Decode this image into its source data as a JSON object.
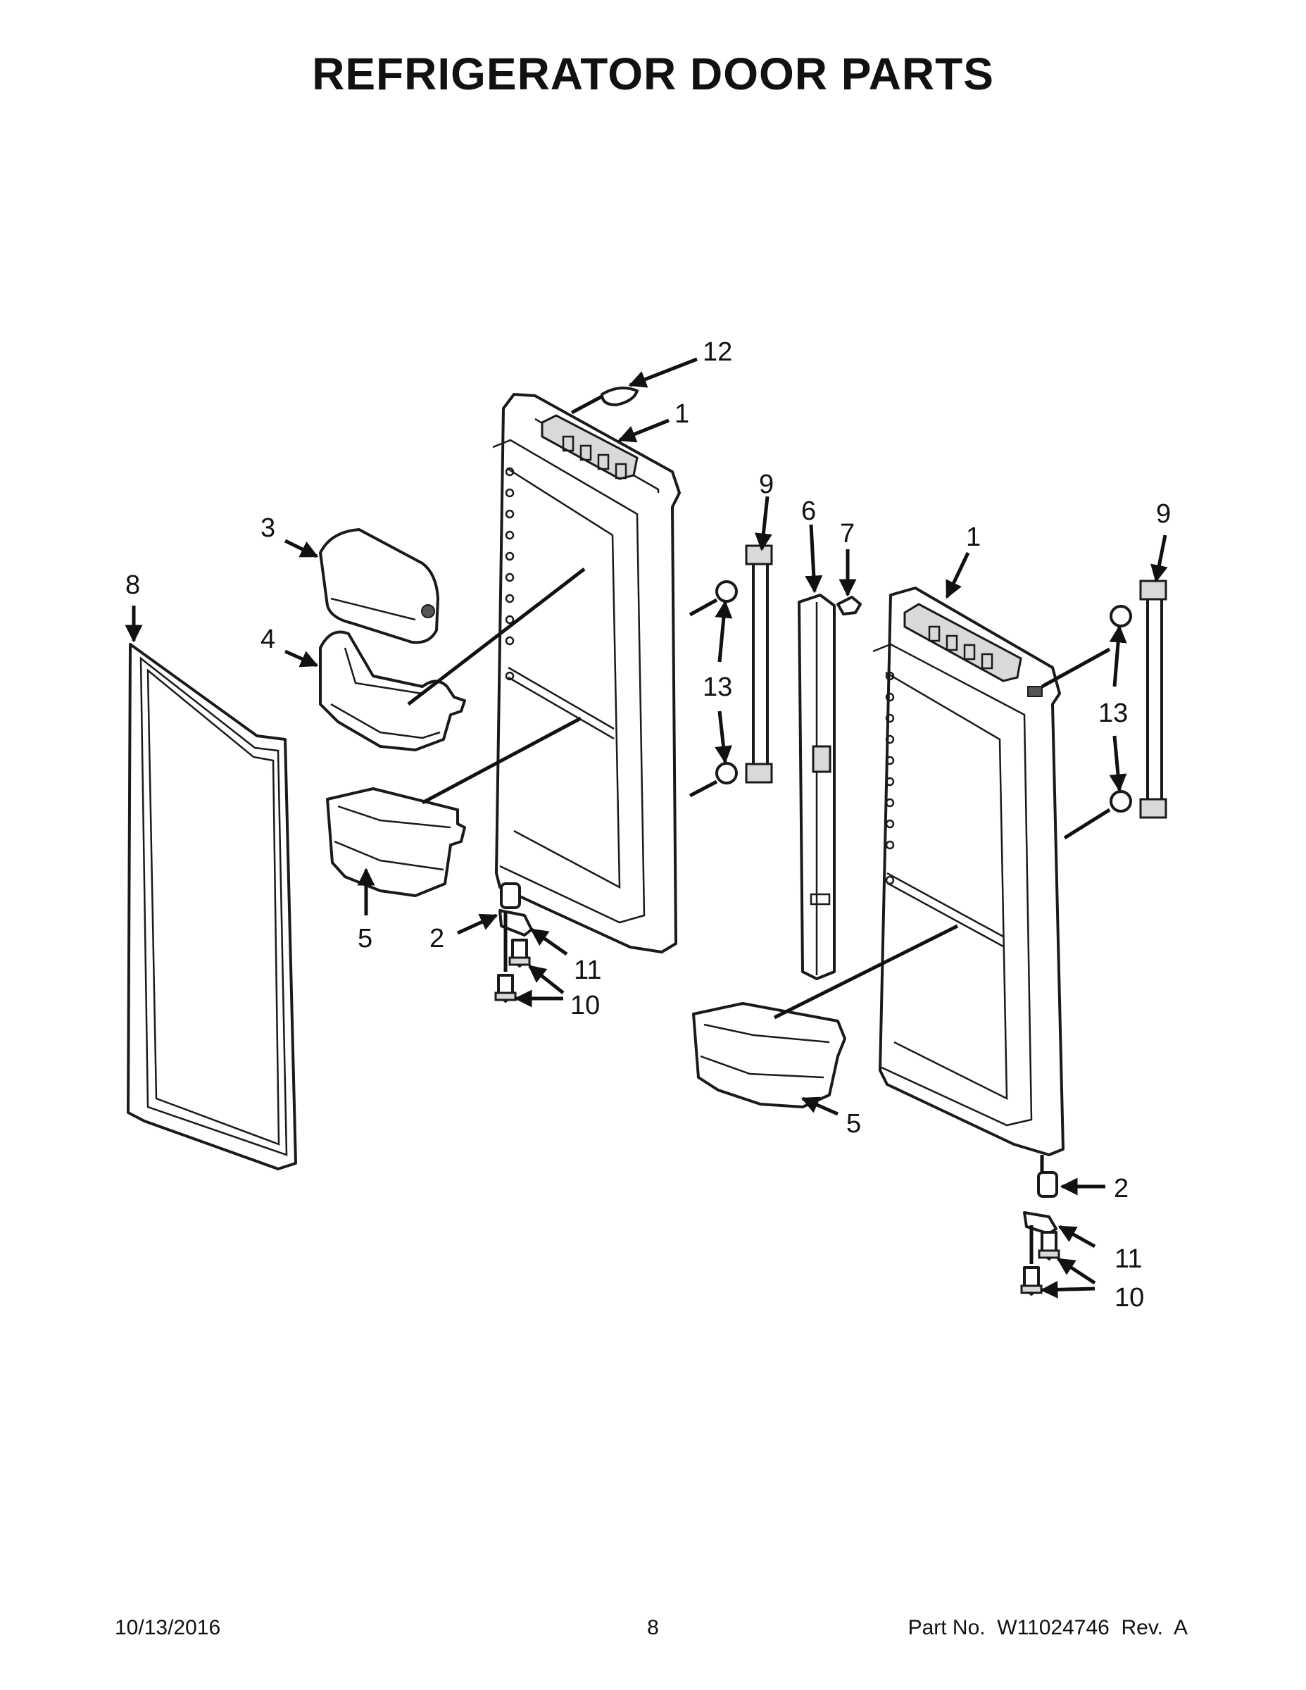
{
  "title": "REFRIGERATOR DOOR PARTS",
  "footer": {
    "date": "10/13/2016",
    "page": "8",
    "part_number": "Part No.  W11024746  Rev.  A"
  },
  "callouts": [
    {
      "id": "c12",
      "label": "12"
    },
    {
      "id": "c1-left",
      "label": "1"
    },
    {
      "id": "c9-mid",
      "label": "9"
    },
    {
      "id": "c6",
      "label": "6"
    },
    {
      "id": "c7",
      "label": "7"
    },
    {
      "id": "c1-right",
      "label": "1"
    },
    {
      "id": "c9-right",
      "label": "9"
    },
    {
      "id": "c3",
      "label": "3"
    },
    {
      "id": "c8",
      "label": "8"
    },
    {
      "id": "c4",
      "label": "4"
    },
    {
      "id": "c13-mid",
      "label": "13"
    },
    {
      "id": "c13-right",
      "label": "13"
    },
    {
      "id": "c5-left",
      "label": "5"
    },
    {
      "id": "c2-left",
      "label": "2"
    },
    {
      "id": "c11-left",
      "label": "11"
    },
    {
      "id": "c10-left",
      "label": "10"
    },
    {
      "id": "c5-right",
      "label": "5"
    },
    {
      "id": "c2-right",
      "label": "2"
    },
    {
      "id": "c11-right",
      "label": "11"
    },
    {
      "id": "c10-right",
      "label": "10"
    }
  ]
}
